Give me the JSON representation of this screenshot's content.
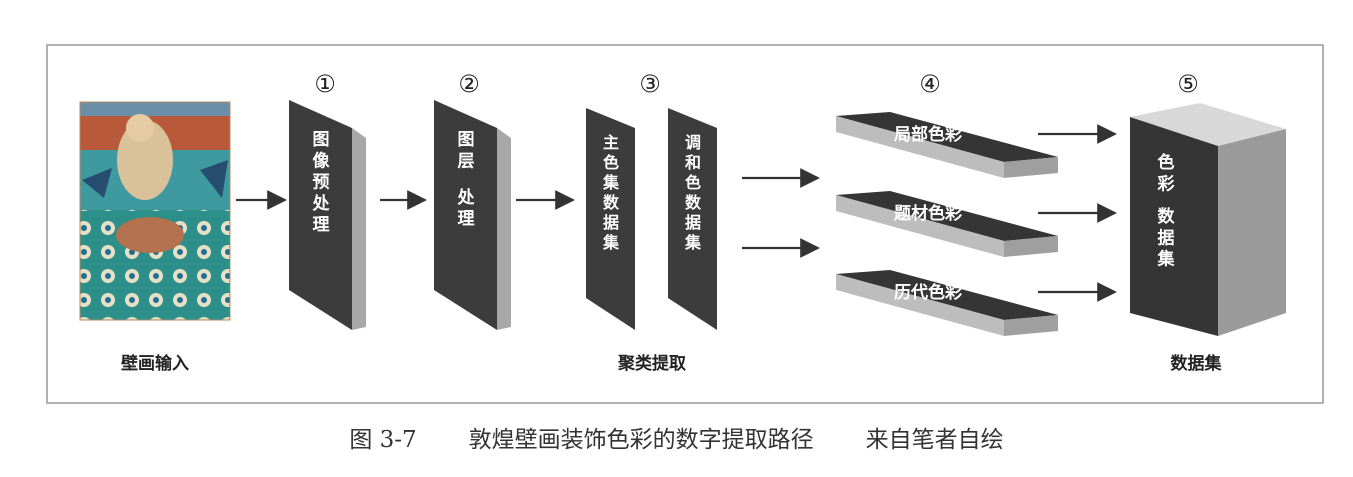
{
  "diagram": {
    "input": {
      "label": "壁画输入"
    },
    "steps": [
      {
        "number": "①",
        "panels": [
          "图像预处理"
        ]
      },
      {
        "number": "②",
        "panels": [
          "图层处理"
        ]
      },
      {
        "number": "③",
        "panels": [
          "主色集数据集",
          "调和色数据集"
        ],
        "label": "聚类提取"
      },
      {
        "number": "④",
        "slabs": [
          "局部色彩",
          "题材色彩",
          "历代色彩"
        ]
      },
      {
        "number": "⑤",
        "box_text": [
          "色彩",
          "数据集"
        ],
        "label": "数据集"
      }
    ]
  },
  "caption": {
    "figure_no": "图 3-7",
    "title": "敦煌壁画装饰色彩的数字提取路径",
    "source": "来自笔者自绘"
  },
  "colors": {
    "panel_face": "#3c3c3c",
    "panel_edge": "#a8a8a8",
    "slab_top": "#353535",
    "slab_side": "#bdbdbd",
    "box_front": "#353535",
    "box_top": "#d8d8d8",
    "box_right": "#9a9a9a",
    "arrow": "#333333",
    "frame": "#999999"
  }
}
